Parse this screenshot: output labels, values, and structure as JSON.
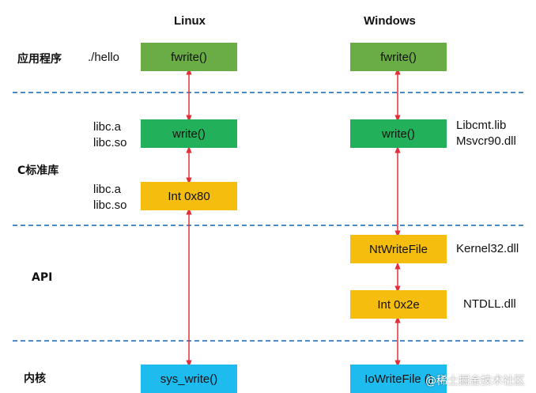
{
  "columns": {
    "linux": "Linux",
    "windows": "Windows"
  },
  "layers": {
    "app": "应用程序",
    "crt": "C标准库",
    "api": "API",
    "kernel": "内核"
  },
  "linux": {
    "app_label": "./hello",
    "fwrite": "fwrite()",
    "write": "write()",
    "write_libs": [
      "libc.a",
      "libc.so"
    ],
    "int": "Int 0x80",
    "int_libs": [
      "libc.a",
      "libc.so"
    ],
    "sys_write": "sys_write()"
  },
  "windows": {
    "fwrite": "fwrite()",
    "write": "write()",
    "write_libs": [
      "Libcmt.lib",
      "Msvcr90.dll"
    ],
    "ntwritefile": "NtWriteFile",
    "ntwritefile_lib": "Kernel32.dll",
    "int": "Int 0x2e",
    "int_lib": "NTDLL.dll",
    "iowritefile": "IoWriteFile ()"
  },
  "watermark": "@稀土掘金技术社区",
  "colors": {
    "fwrite": "#6aad45",
    "write": "#22b05a",
    "int": "#f5bd0d",
    "kernel": "#1ebbee",
    "separator": "#4a8dc8",
    "arrow": "#e0303a"
  }
}
